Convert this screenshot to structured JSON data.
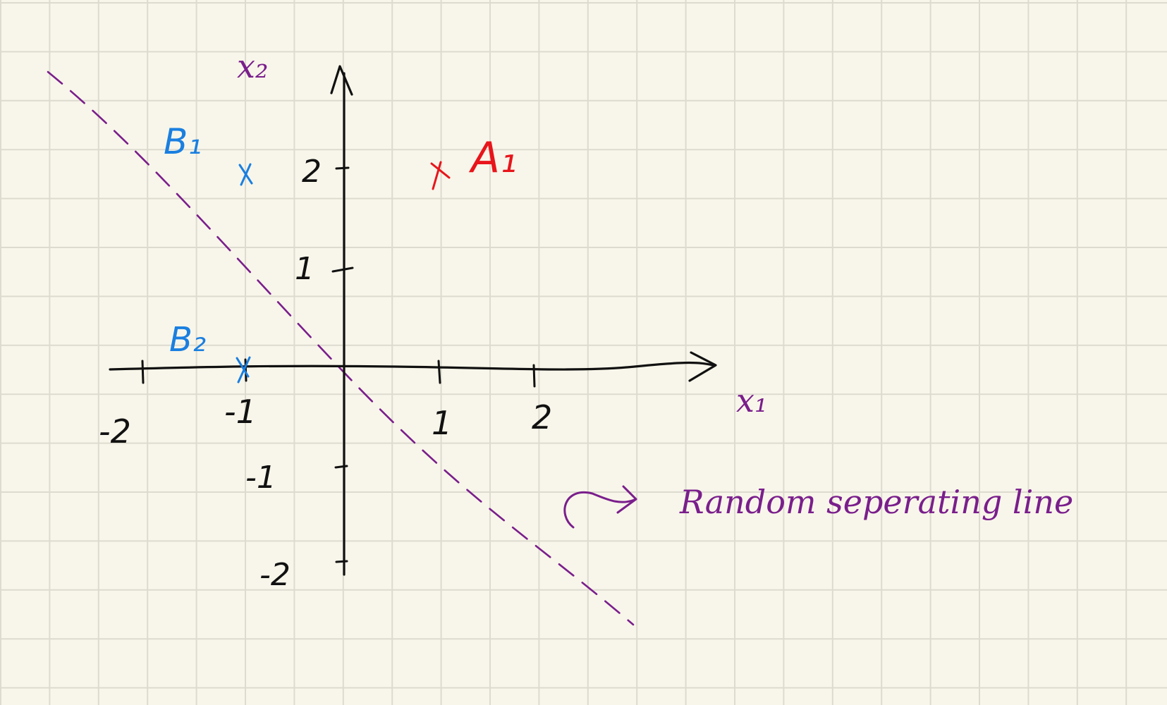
{
  "axes": {
    "x_label": "x₁",
    "y_label": "x₂",
    "x_tick_labels": [
      "-2",
      "-1",
      "1",
      "2"
    ],
    "y_tick_labels": [
      "2",
      "1",
      "-1",
      "-2"
    ]
  },
  "points": [
    {
      "label": "B₁",
      "marker": "x",
      "color": "#1a7fe0"
    },
    {
      "label": "B₂",
      "marker": "x",
      "color": "#1a7fe0"
    },
    {
      "label": "A₁",
      "marker": "x",
      "color": "#e8151b"
    }
  ],
  "annotation": {
    "text": "Random seperating line",
    "color": "#7a1e8c"
  },
  "colors": {
    "ink": "#111111",
    "purple": "#7a1e8c",
    "blue": "#1a7fe0",
    "red": "#e8151b",
    "grid": "#dddbcf",
    "paper": "#f8f6ea"
  }
}
